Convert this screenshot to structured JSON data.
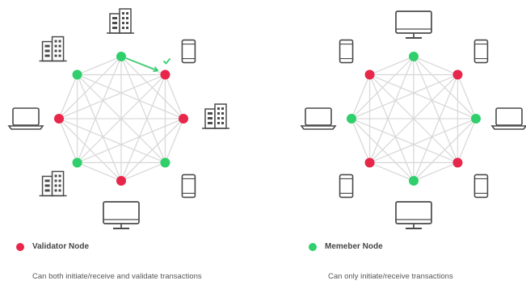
{
  "colors": {
    "validator": "#e8264a",
    "member": "#2fcf6b",
    "edge": "#d9d9d9",
    "icon": "#4a4a4a",
    "arrow": "#2fcf6b"
  },
  "left": {
    "legend_label": "Validator Node",
    "caption": "Can both initiate/receive and validate transactions",
    "nodes": [
      "member",
      "validator",
      "validator",
      "member",
      "validator",
      "member",
      "validator",
      "member"
    ],
    "icons": [
      "building",
      "phone",
      "building",
      "phone",
      "desktop",
      "building",
      "laptop",
      "building"
    ]
  },
  "right": {
    "legend_label": "Memeber Node",
    "caption": "Can only initiate/receive transactions",
    "nodes": [
      "member",
      "validator",
      "member",
      "validator",
      "member",
      "validator",
      "member",
      "validator"
    ],
    "icons": [
      "desktop",
      "phone",
      "laptop",
      "phone",
      "desktop",
      "phone",
      "laptop",
      "phone"
    ]
  }
}
